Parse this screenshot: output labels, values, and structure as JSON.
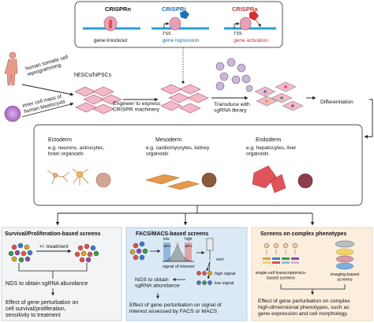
{
  "top_panel": {
    "crisprn": {
      "title": "CRISPRn",
      "caption": "gene knockout"
    },
    "crispri": {
      "title": "CRISPR",
      "title_suffix": "i",
      "tss": "TSS",
      "caption": "gene repression"
    },
    "crispra": {
      "title": "CRISPR",
      "title_suffix": "a",
      "tss": "TSS",
      "caption": "gene activation"
    }
  },
  "workflow": {
    "somatic_line1": "human somatic cell",
    "somatic_line2": "reprogramming",
    "icm_line1": "inner cell mass of",
    "icm_line2": "human blastocysts",
    "stem_cells": "hESCs/hiPSCs",
    "engineer_line1": "Engineer to express",
    "engineer_line2": "CRISPR machinery",
    "transduce_line1": "Transduce with",
    "transduce_line2": "sgRNA library",
    "differentiation": "Differentiation"
  },
  "lineages": {
    "ectoderm": {
      "title": "Ectoderm",
      "line1": "e.g. neurons, astrocytes,",
      "line2": "brain organoids"
    },
    "mesoderm": {
      "title": "Mesoderm",
      "line1": "e.g. cardiomyocytes, kidney",
      "line2": "organoids"
    },
    "endoderm": {
      "title": "Endoderm",
      "line1": "e.g. hepatocytes, liver",
      "line2": "organoids"
    }
  },
  "screens": {
    "survival": {
      "title": "Survival/Proliferation-based screens",
      "treatment": "+/- treatment",
      "ngs": "NGS to obtain sgRNA abundance",
      "effect_line1": "Effect of gene perturbation on",
      "effect_line2": "cell survival/proliferation,",
      "effect_line3": "sensitivity to treatment"
    },
    "facs": {
      "title": "FACS/MACS-based screens",
      "low": "low",
      "high": "high",
      "pct_left": "30%",
      "pct_right": "30%",
      "sort": "sort",
      "signal": "signal of interest",
      "high_signal": "high signal",
      "low_signal": "low signal",
      "ngs_line1": "NGS to obtain",
      "ngs_line2": "sgRNA abundance",
      "effect_line1": "Effect of gene perturbation on signal of",
      "effect_line2": "interest assessed by FACS or MACS"
    },
    "complex": {
      "title": "Screens on complex phenotypes",
      "sc_line1": "single-cell transcriptomics-",
      "sc_line2": "based screens",
      "img_line1": "imaging-based",
      "img_line2": "screens",
      "effect_line1": "Effect of gene perturbation on complex",
      "effect_line2": "high-dimensional phenotypes, such as",
      "effect_line3": "gene expression and cell morphology."
    }
  },
  "colors": {
    "crispri_blue": "#1f6fb5",
    "crispra_red": "#d0312d",
    "cas9_pink": "#e7a1b6",
    "cell_pink": "#f2b9c7",
    "survival_bg": "#f3f4f6",
    "facs_bg": "#dbe9f6",
    "complex_bg": "#fbeedd"
  }
}
